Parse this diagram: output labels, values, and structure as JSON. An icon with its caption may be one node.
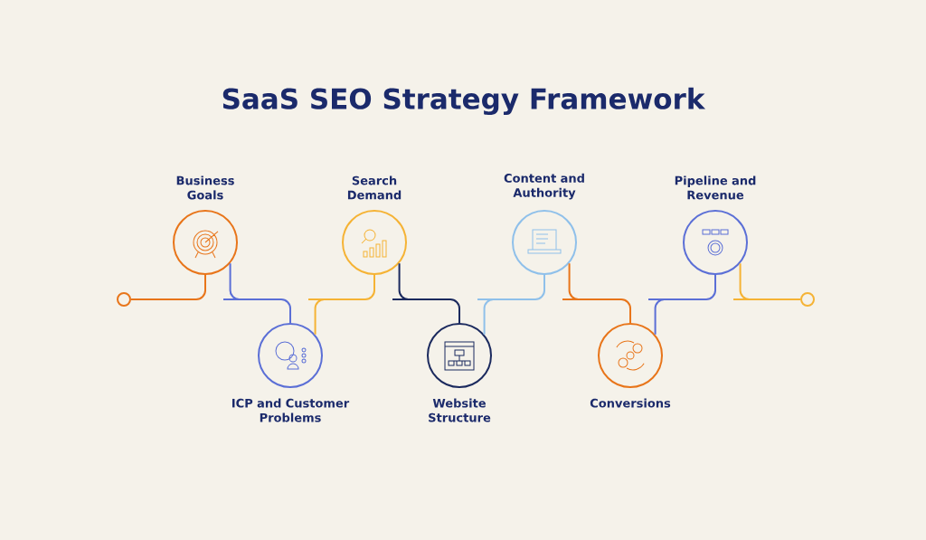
{
  "diagram": {
    "title": "SaaS SEO Strategy Framework",
    "nodes": [
      {
        "text": [],
        "shape": "circle"
      },
      {
        "text": [
          "Business Goals"
        ]
      },
      {
        "text": [
          "ICP and Customer Problems"
        ]
      },
      {
        "text": [
          "Search Demand"
        ]
      },
      {
        "text": [
          "Website Structure"
        ]
      },
      {
        "text": [
          "Content and Authority"
        ]
      },
      {
        "text": [
          "Conversions"
        ]
      },
      {
        "text": [
          "Pipeline and Revenue"
        ]
      },
      {
        "text": [],
        "shape": "circle"
      }
    ],
    "edges": [
      {
        "from": 0,
        "to": 1,
        "arrow": "none",
        "color": "#e8751a"
      },
      {
        "from": 1,
        "to": 2,
        "arrow": "none",
        "color": "#5b6fd6"
      },
      {
        "from": 2,
        "to": 3,
        "arrow": "none",
        "color": "#f5b335"
      },
      {
        "from": 3,
        "to": 4,
        "arrow": "none",
        "color": "#1b2a5e"
      },
      {
        "from": 4,
        "to": 5,
        "arrow": "none",
        "color": "#8fc0ea"
      },
      {
        "from": 5,
        "to": 6,
        "arrow": "none",
        "color": "#e8751a"
      },
      {
        "from": 6,
        "to": 7,
        "arrow": "none",
        "color": "#5b6fd6"
      },
      {
        "from": 7,
        "to": 8,
        "arrow": "none",
        "color": "#f5b335"
      }
    ]
  }
}
